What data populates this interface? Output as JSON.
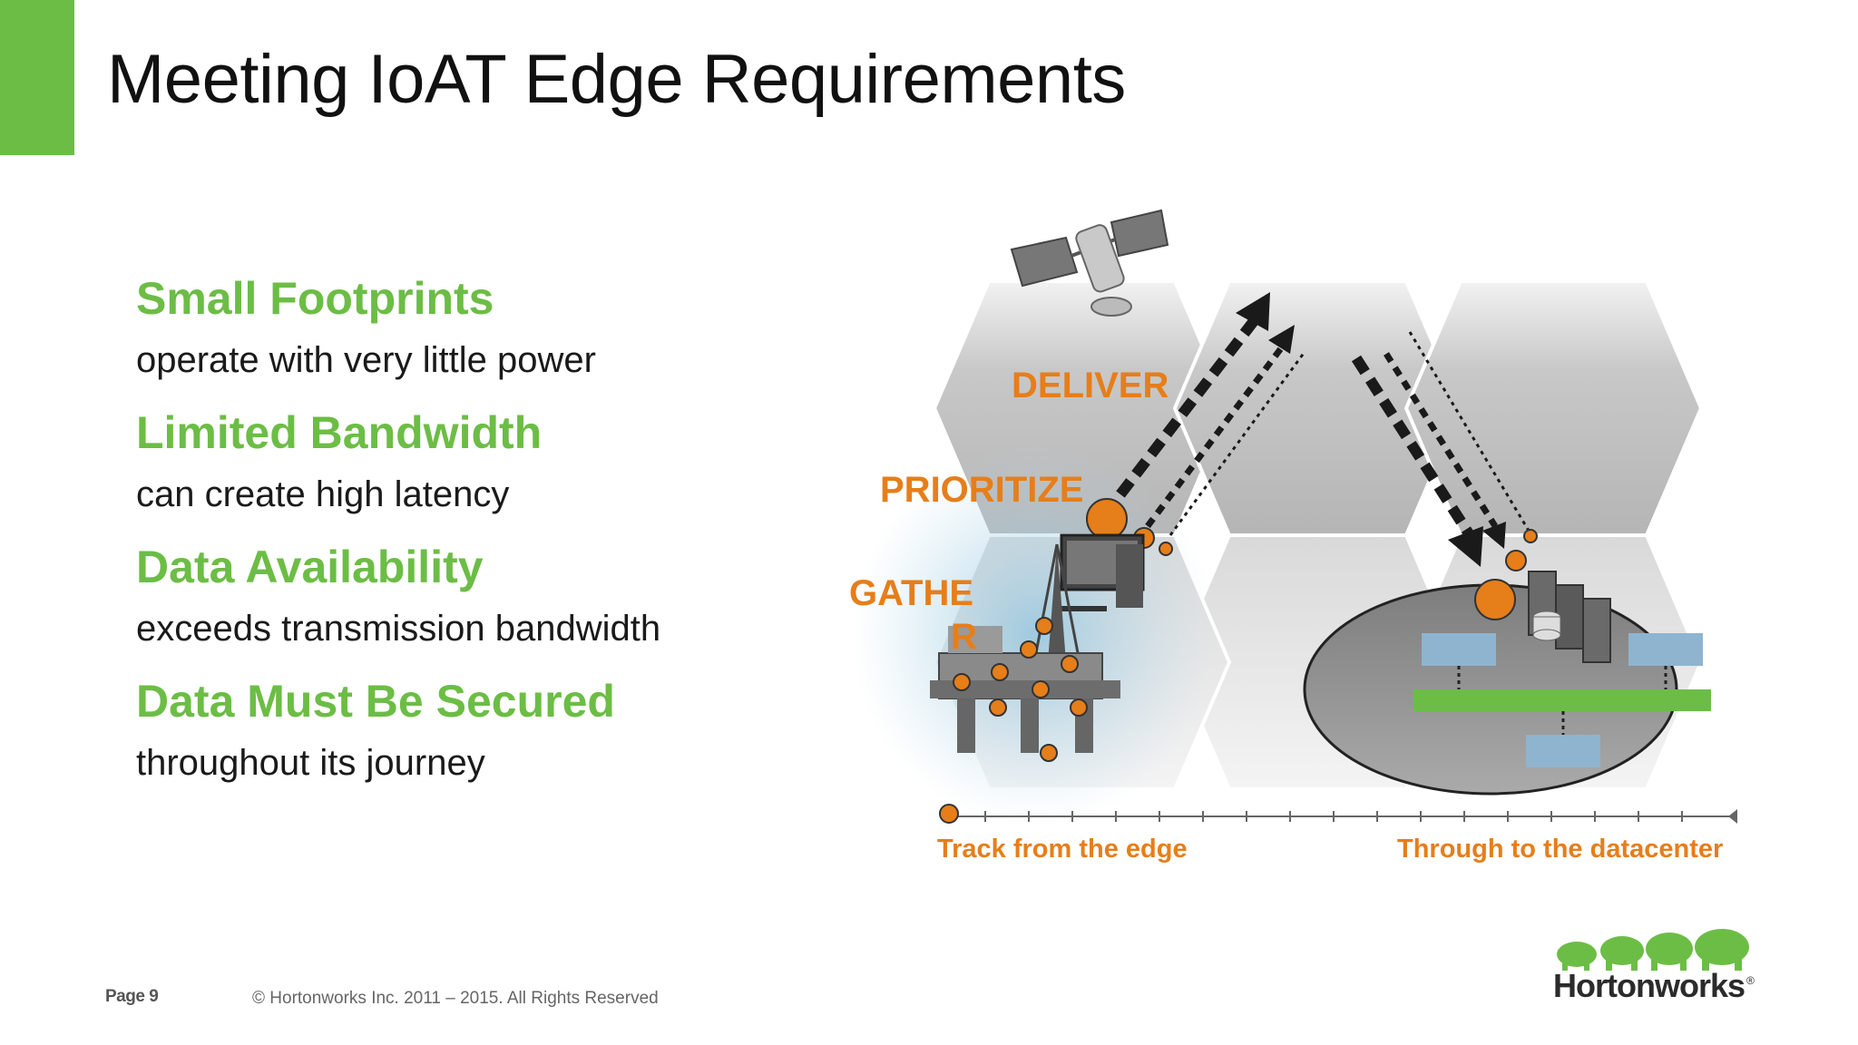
{
  "slide": {
    "title": "Meeting IoAT Edge Requirements",
    "accent_color": "#6cbd45",
    "label_color": "#e67e1a"
  },
  "requirements": [
    {
      "heading": "Small Footprints",
      "description": "operate with very little power"
    },
    {
      "heading": "Limited Bandwidth",
      "description": "can create high latency"
    },
    {
      "heading": "Data Availability",
      "description": "exceeds transmission bandwidth"
    },
    {
      "heading": "Data Must Be Secured",
      "description": "throughout its journey"
    }
  ],
  "diagram": {
    "labels": {
      "deliver": "DELIVER",
      "prioritize": "PRIORITIZE",
      "gather_line1": "GATHE",
      "gather_line2": "R"
    },
    "timeline": {
      "start_label": "Track from the edge",
      "end_label": "Through to the datacenter"
    },
    "icons": [
      "satellite-icon",
      "oil-rig-icon",
      "computer-icon",
      "server-rack-icon",
      "database-icon"
    ]
  },
  "footer": {
    "page_label": "Page 9",
    "copyright": "© Hortonworks Inc. 2011 – 2015. All Rights Reserved"
  },
  "logo": {
    "name": "Hortonworks",
    "mark": "®"
  }
}
